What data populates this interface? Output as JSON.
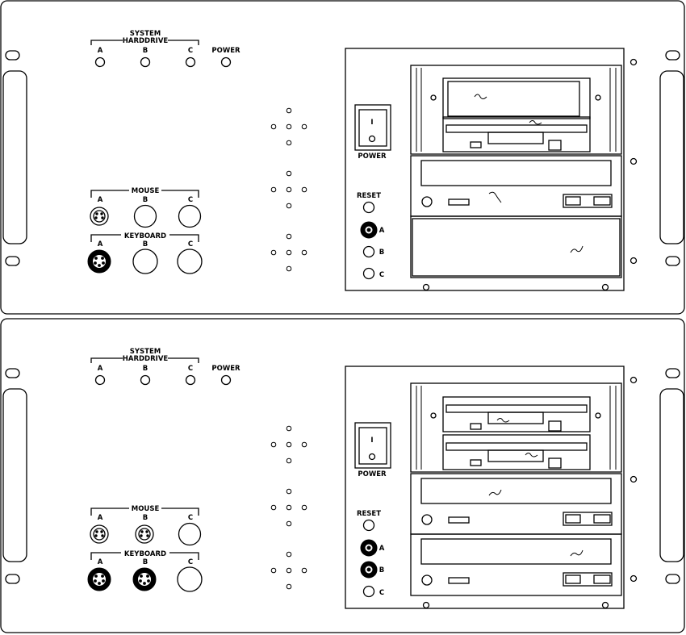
{
  "labels": {
    "system": "SYSTEM",
    "hardrive": "HARDDRIVE",
    "power": "POWER",
    "mouse": "MOUSE",
    "keyboard": "KEYBOARD",
    "reset": "RESET",
    "switch_mark": "I",
    "a": "A",
    "b": "B",
    "c": "C"
  },
  "colors": {
    "line": "#000000",
    "background": "#ffffff"
  },
  "chassis": [
    {
      "name": "upper",
      "bay1": "tape-drive-and-floppy",
      "bay2": "optical-drive",
      "bay3": "blank-bay",
      "active_mouse_ports": [
        "A"
      ],
      "active_keyboard_ports": [
        "A"
      ],
      "active_reset_ports": [
        "A"
      ]
    },
    {
      "name": "lower",
      "bay1": "dual-floppy",
      "bay2": "optical-drive",
      "bay3": "optical-drive",
      "active_mouse_ports": [
        "A",
        "B"
      ],
      "active_keyboard_ports": [
        "A",
        "B"
      ],
      "active_reset_ports": [
        "A",
        "B"
      ]
    }
  ]
}
